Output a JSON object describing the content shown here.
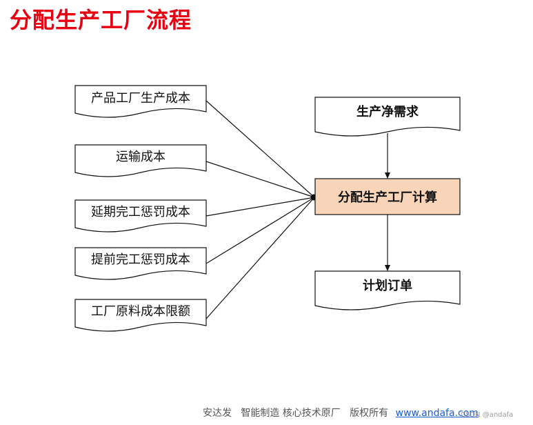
{
  "title": "分配生产工厂流程",
  "inputs": [
    "产品工厂生产成本",
    "运输成本",
    "延期完工惩罚成本",
    "提前完工惩罚成本",
    "工厂原料成本限额"
  ],
  "net_demand": "生产净需求",
  "process": "分配生产工厂计算",
  "output": "计划订单",
  "footer": {
    "company": "安达发",
    "tagline": "智能制造 核心技术原厂",
    "copyright": "版权所有",
    "url": "www.andafa.com"
  },
  "watermark": "CSDN @andafa",
  "colors": {
    "title": "#e60012",
    "process_fill": "#f8d5b8",
    "url": "#1a5bd6"
  }
}
